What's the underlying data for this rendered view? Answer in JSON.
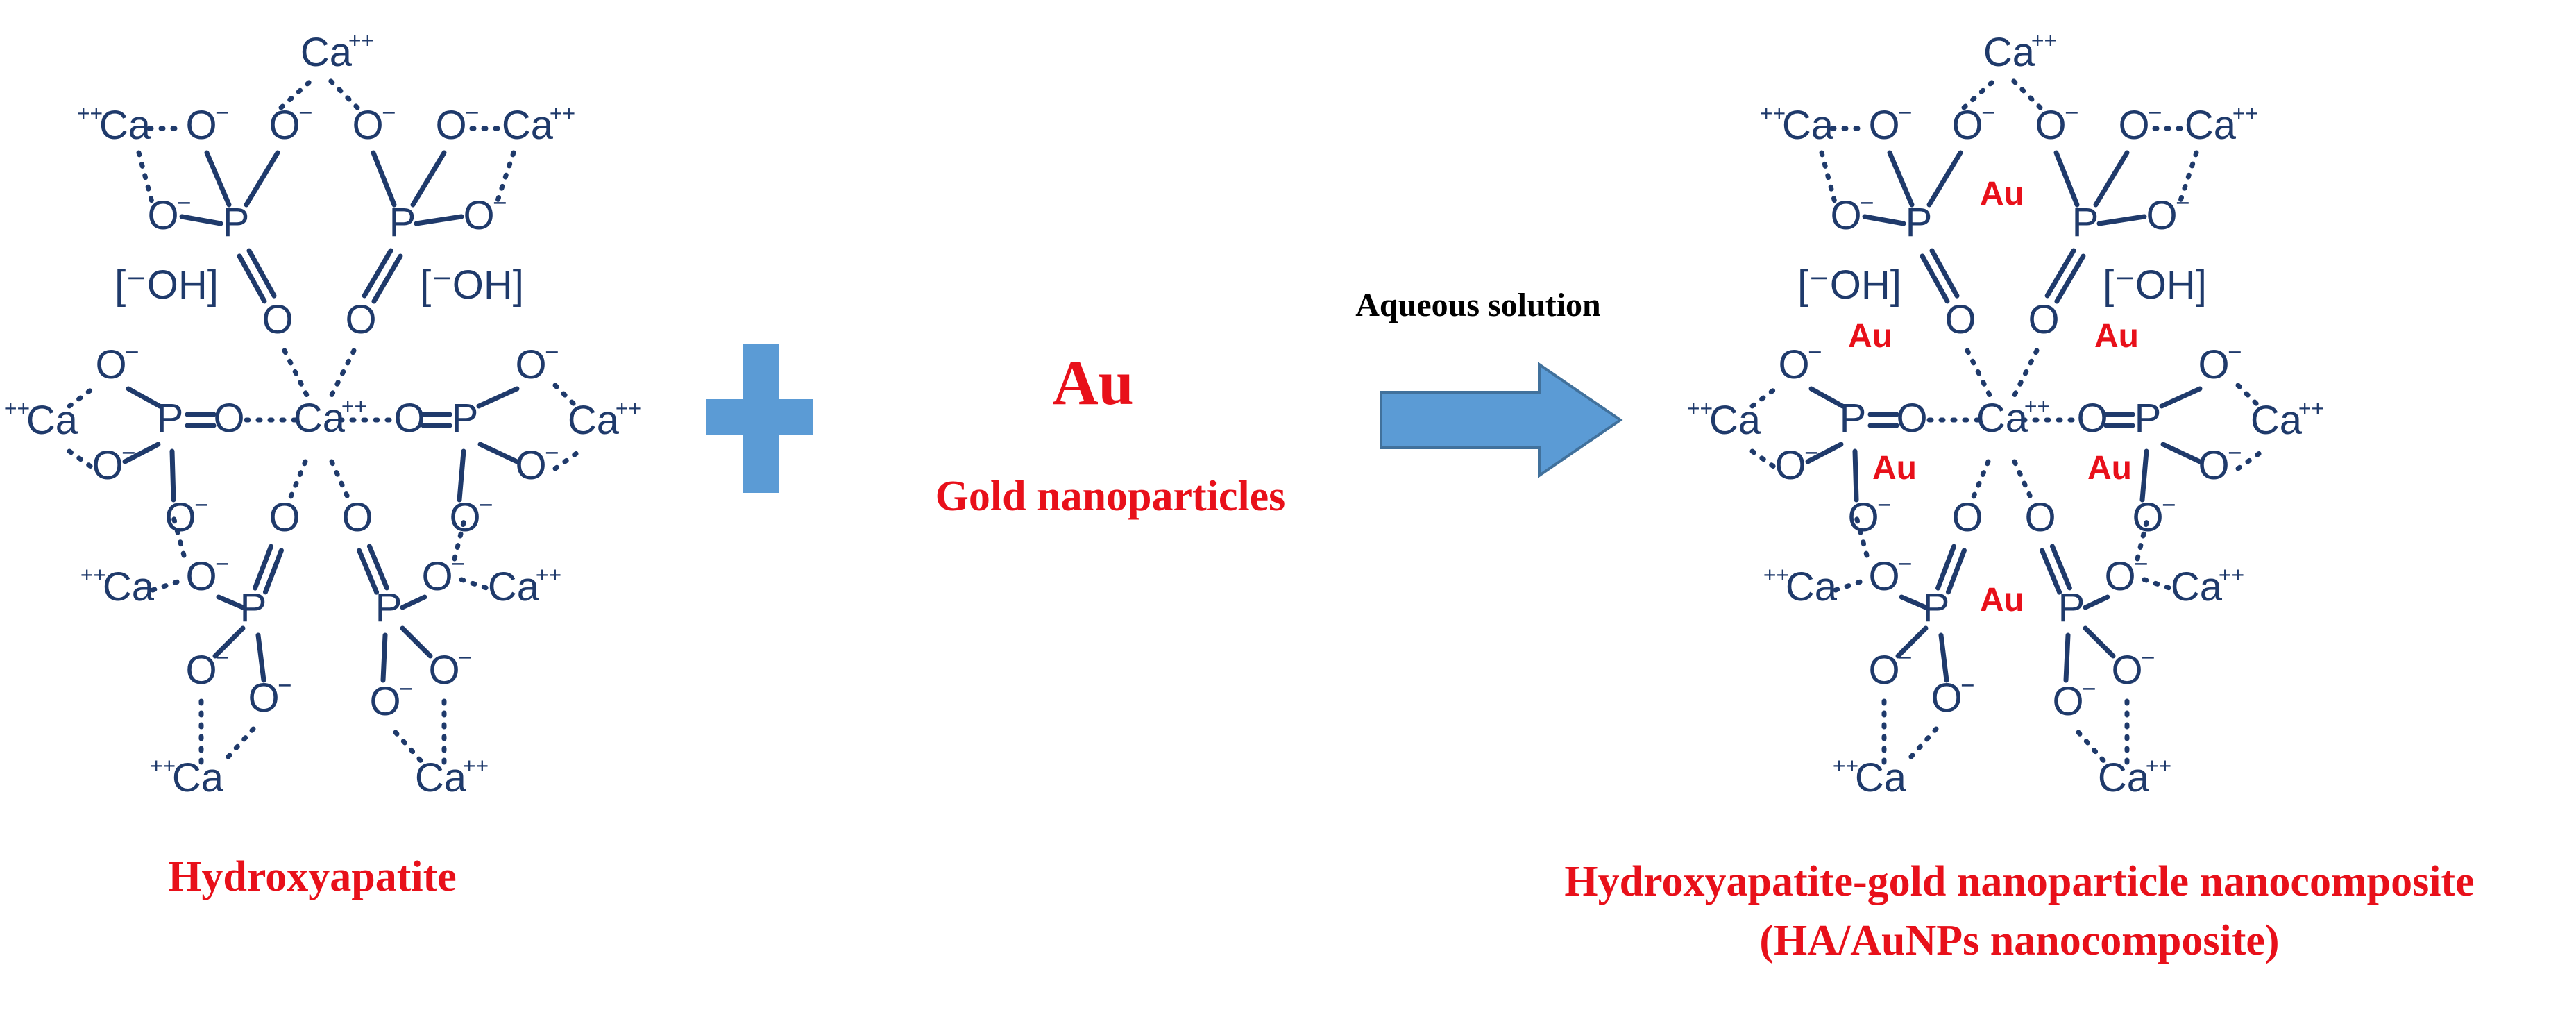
{
  "labels": {
    "hydroxyapatite": "Hydroxyapatite",
    "au_symbol": "Au",
    "gold_nanoparticles": "Gold nanoparticles",
    "arrow_condition": "Aqueous solution",
    "product_line1": "Hydroxyapatite-gold nanoparticle nanocomposite",
    "product_line2": "(HA/AuNPs nanocomposite)"
  },
  "atoms": {
    "ca_top": "Ca",
    "ca_left": "Ca",
    "ca": "Ca",
    "p": "P",
    "o": "O",
    "oh": "[⁻OH]",
    "au": "Au",
    "plus_plus": "++",
    "minus": "−"
  },
  "colors": {
    "molecule": "#1f3a6b",
    "label_red": "#e8101a",
    "arrow_fill": "#5b9bd5",
    "arrow_stroke": "#41719c",
    "plus_fill": "#5b9bd5"
  },
  "icons": {
    "plus": "plus-icon",
    "arrow": "right-arrow-icon"
  }
}
